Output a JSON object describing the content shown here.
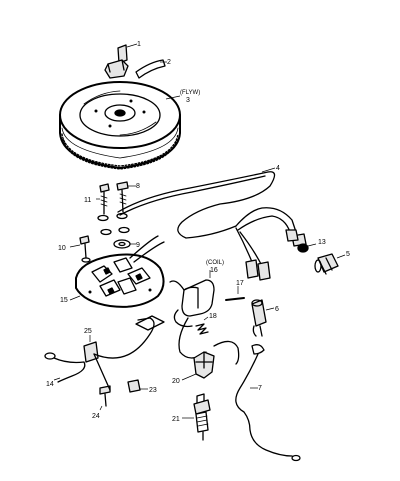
{
  "callouts": {
    "c1": "1",
    "c2": "2",
    "c3": "3",
    "c3_label": "(FLYW)",
    "c4": "4",
    "c5": "5",
    "c6": "6",
    "c7": "7",
    "c8": "8",
    "c9": "9",
    "c10": "10",
    "c11": "11",
    "c13": "13",
    "c14": "14",
    "c15": "15",
    "c16": "16",
    "c16_label": "(COIL)",
    "c17": "17",
    "c18": "18",
    "c20": "20",
    "c21": "21",
    "c23": "23",
    "c24": "24",
    "c25": "25"
  }
}
